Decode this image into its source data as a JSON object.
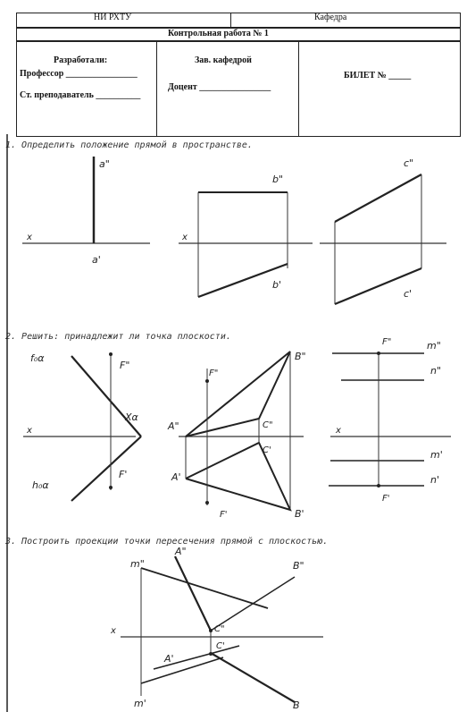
{
  "header": {
    "org": "НИ РХТУ",
    "dept": "Кафедра",
    "title": "Контрольная работа № 1",
    "developed_label": "Разработали:",
    "professor_label": "Профессор ________________",
    "senior_lecturer_label": "Ст. преподаватель __________",
    "head_label": "Зав. кафедрой",
    "docent_label": "Доцент ________________",
    "ticket_label": "БИЛЕТ № _____"
  },
  "tasks": [
    {
      "text": "1. Определить положение прямой в пространстве."
    },
    {
      "text": "2. Решить: принадлежит ли точка плоскости."
    },
    {
      "text": "3. Построить проекции точки пересечения прямой с плоскостью."
    }
  ],
  "labels": {
    "a2": "a\"",
    "a1": "a'",
    "x": "x",
    "b2": "b\"",
    "b1": "b'",
    "c2": "c\"",
    "c1": "c'",
    "f0a": "f₀α",
    "f2": "F\"",
    "xa": "Xα",
    "f1": "F'",
    "h0a": "h₀α",
    "B2": "B\"",
    "A2": "A\"",
    "C2": "C\"",
    "C1": "C'",
    "A1": "A'",
    "B1": "B'",
    "m2": "m\"",
    "n2": "n\"",
    "m1": "m'",
    "n1": "n'",
    "m2b": "m\"",
    "A2b": "A\"",
    "B2b": "B\"",
    "C2b": "C\"",
    "C1b": "C'",
    "A1b": "A'",
    "m1b": "m'",
    "Bb": "B"
  }
}
